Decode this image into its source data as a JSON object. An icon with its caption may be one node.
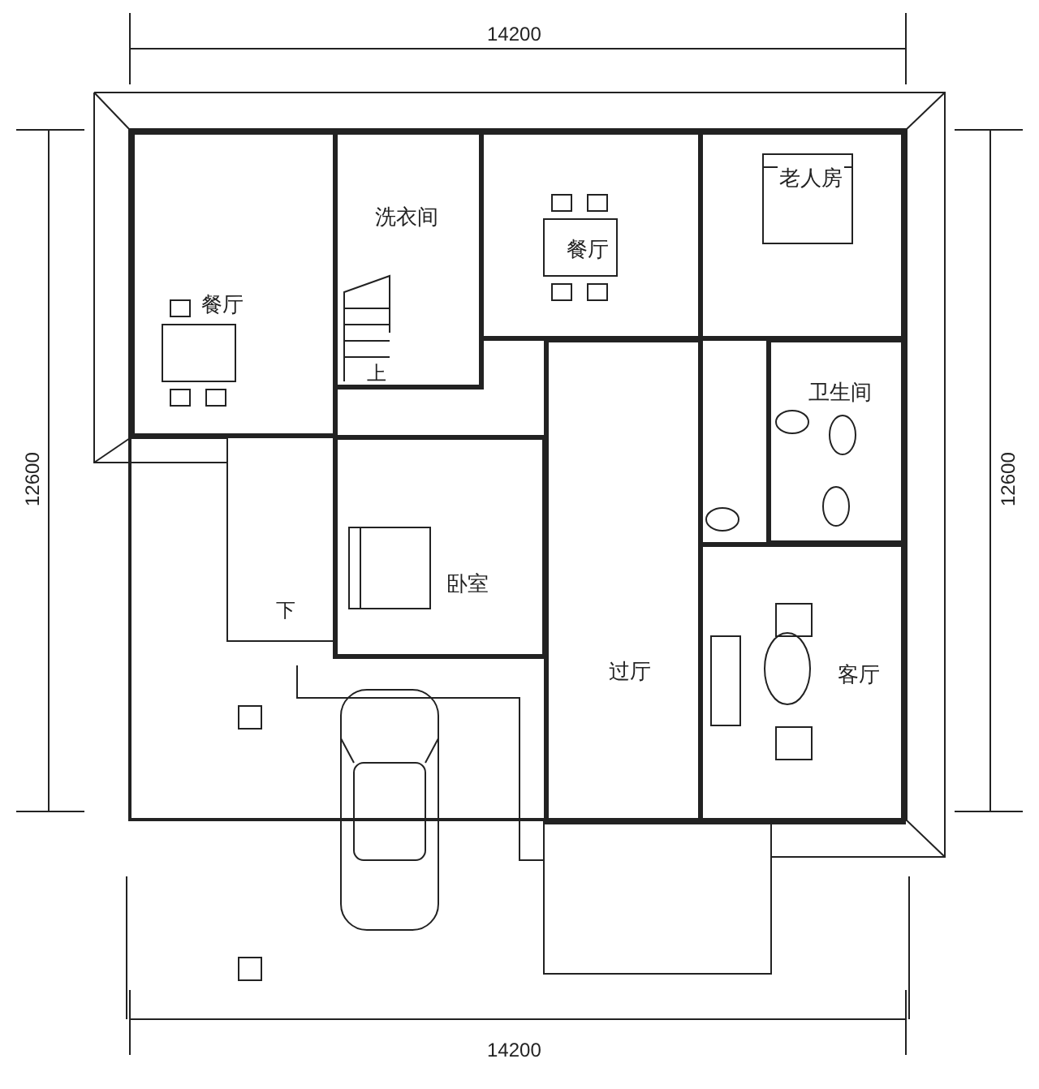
{
  "diagram": {
    "nodes": [
      {
        "text": [
          "餐厅"
        ]
      },
      {
        "text": [
          "洗衣间"
        ]
      },
      {
        "text": [
          "餐厅"
        ]
      },
      {
        "text": [
          "老人房"
        ]
      },
      {
        "text": [
          "卫生间"
        ]
      },
      {
        "text": [
          "卧室"
        ]
      },
      {
        "text": [
          "过厅"
        ]
      },
      {
        "text": [
          "客厅"
        ]
      }
    ],
    "labels": [
      "14200",
      "12600",
      "12600",
      "上",
      "下",
      "14200"
    ]
  }
}
